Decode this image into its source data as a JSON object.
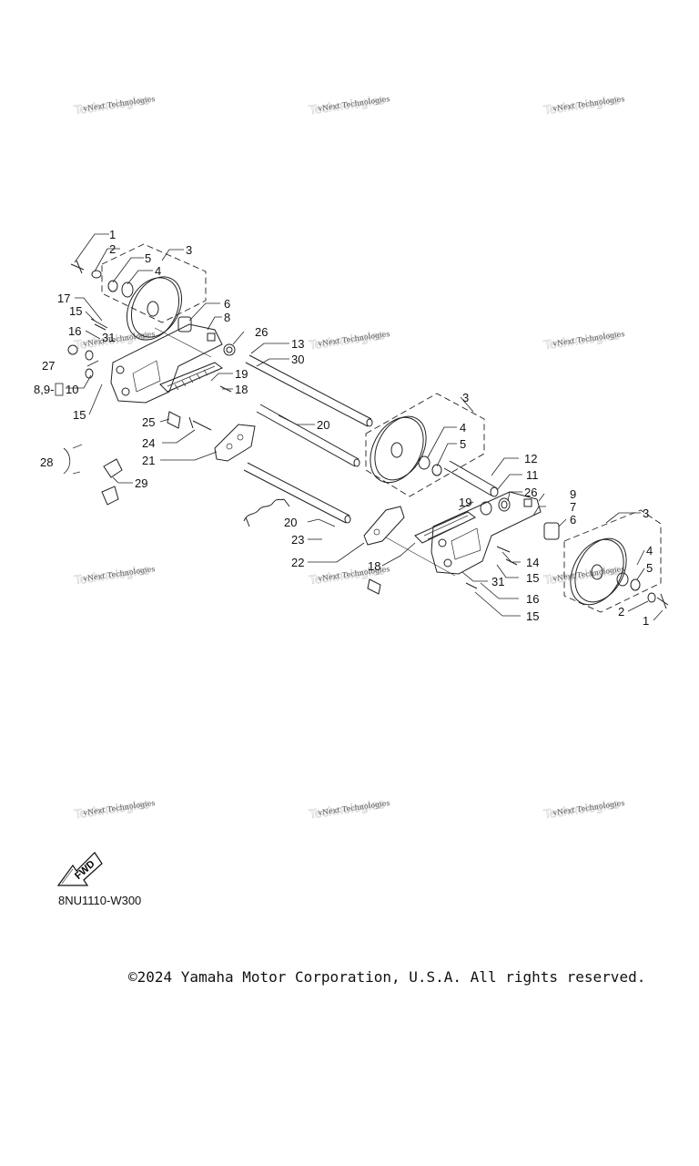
{
  "diagram": {
    "code": "8NU1110-W300",
    "fwd_label": "FWD",
    "copyright": "©2024 Yamaha Motor Corporation, U.S.A. All rights reserved.",
    "watermark": "vNext Technologies",
    "callouts": {
      "c1": "1",
      "c2": "2",
      "c3": "3",
      "c4": "4",
      "c5": "5",
      "c6": "6",
      "c7": "7",
      "c8": "8",
      "c8_9_10": "8,9-",
      "c10": "10",
      "c9": "9",
      "c11": "11",
      "c12": "12",
      "c13": "13",
      "c14": "14",
      "c15": "15",
      "c16": "16",
      "c17": "17",
      "c18": "18",
      "c19": "19",
      "c20": "20",
      "c21": "21",
      "c22": "22",
      "c23": "23",
      "c24": "24",
      "c25": "25",
      "c26": "26",
      "c27": "27",
      "c28": "28",
      "c29": "29",
      "c30": "30",
      "c31": "31"
    }
  }
}
